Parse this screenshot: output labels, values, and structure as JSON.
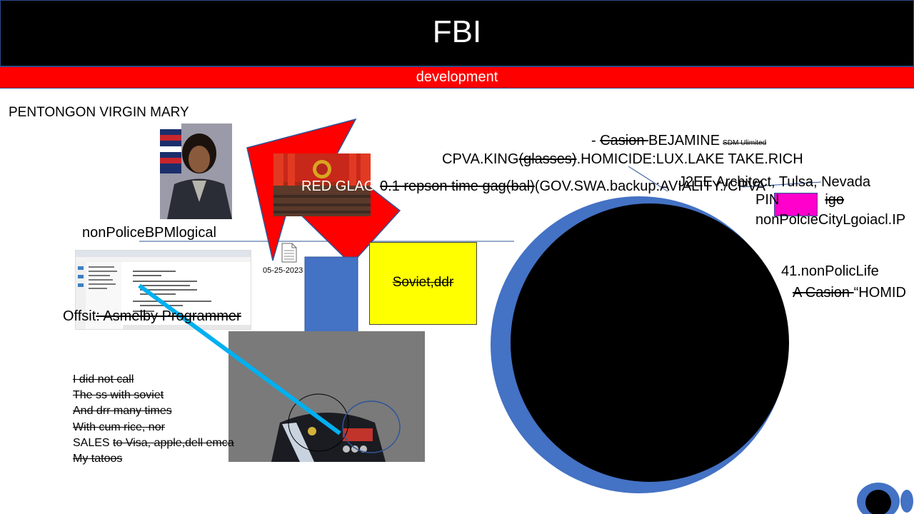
{
  "slide": {
    "title": "FBI",
    "subtitle": "development"
  },
  "labels": {
    "pentongon": "PENTONGON VIRGIN MARY",
    "nonpolice_bpm": "nonPoliceBPMlogical",
    "offsit_prefix": "Offsit",
    "offsit_struck": ": Asmelby Programmer",
    "file_date": "05-25-2023",
    "soviet_ddr": "Soviet,ddr",
    "red_glag_prefix": "RED GLAG(",
    "red_glag_struck": "0.1 repson time gag(bal)",
    "red_glag_suffix": "(GOV.SWA.backup:AVIALITY./CPVA",
    "casion_dash": "- ",
    "casion_struck": "Casion ",
    "bejamine": "BEJAMINE",
    "sdm": "SDM Ulimited",
    "cpva_prefix": "CPVA.KING",
    "cpva_struck": "(glasses)",
    "cpva_suffix": ".HOMICIDE:LUX.LAKE TAKE.RICH",
    "j2ee": "J2EE Architect, Tulsa, Nevada",
    "pin_prefix": "PIN",
    "pin_struck": "igo",
    "nonpolice_city": "nonPolcieCityLgoiacl.IP",
    "nonpolic_life": "41.nonPolicLife",
    "a_casion_struck": "A Casion ",
    "homid": "“HOMID"
  },
  "struck_list": [
    "I did not call ",
    "The ss with soviet",
    "And drr many times",
    "With cum rice, nor"
  ],
  "sales_line": {
    "prefix": "SALES ",
    "struck": "to Visa, apple,dell emca"
  },
  "last_line": "My tatoos",
  "colors": {
    "title_bg": "#000000",
    "subtitle_bg": "#ff0000",
    "arrow_red": "#ff0000",
    "arrow_blue": "#4472c4",
    "yellow_box": "#ffff00",
    "magenta_box": "#ff00cc",
    "moon_blue": "#4472c4",
    "moon_black": "#000000",
    "cyan_line": "#00b0f0"
  },
  "icons": [
    "document-icon"
  ]
}
